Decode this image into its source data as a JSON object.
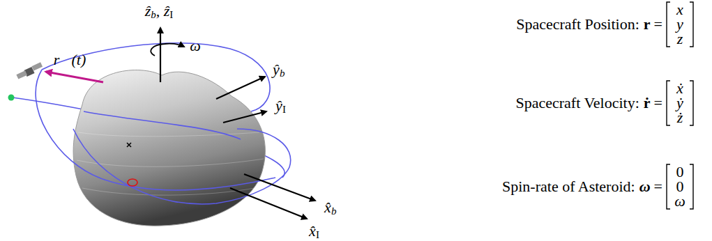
{
  "diagram": {
    "labels": [
      "ẑ",
      "b",
      ", ẑ",
      "I",
      "ω",
      "ŷ",
      "b",
      "ŷ",
      "I",
      "x̂",
      "b",
      "x̂",
      "I",
      "r⃗(t)",
      "Spacecraft Position:",
      "r",
      "=",
      "x",
      "y",
      "z",
      "Spacecraft Velocity:",
      "ṙ",
      "=",
      "ẋ",
      "ẏ",
      "ż",
      "Spin-rate of Asteroid:",
      "ω",
      "=",
      "0",
      "0",
      "ω"
    ]
  }
}
